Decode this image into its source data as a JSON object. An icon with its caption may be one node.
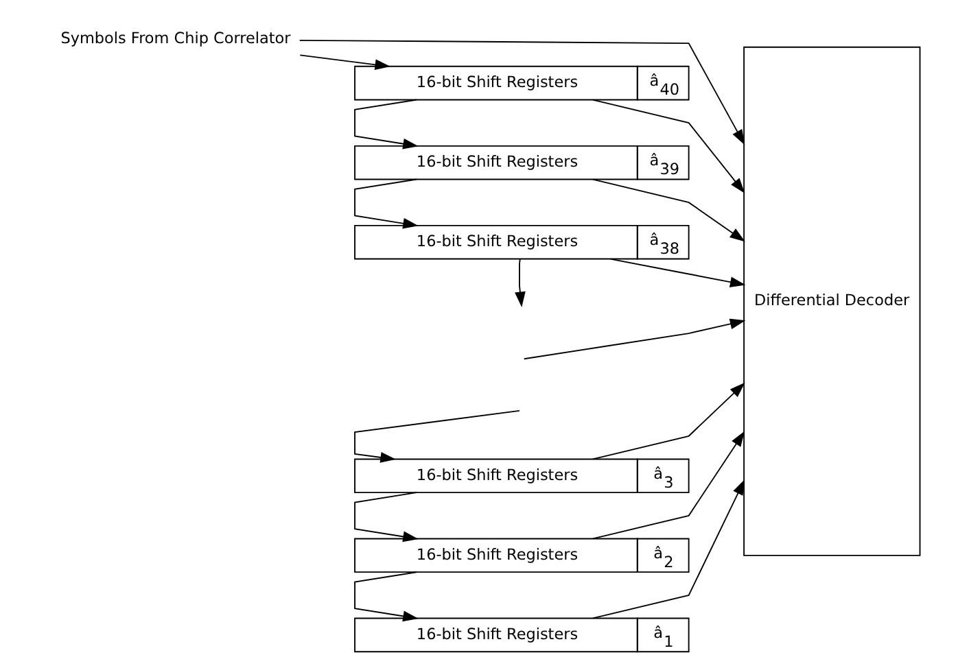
{
  "diagram": {
    "nodes": [
      {
        "text": [
          "Symbols From Chip Correlator"
        ]
      },
      {
        "text": [
          "Differential Decoder"
        ]
      },
      {
        "text": [
          "16-bit Shift Registers",
          "â$_{40}$"
        ]
      },
      {
        "text": [
          "16-bit Shift Registers",
          "â$_{39}$"
        ]
      },
      {
        "text": [
          "16-bit Shift Registers",
          "â$_{38}$"
        ]
      },
      {
        "text": [
          "16-bit Shift Registers",
          "â$_{3}$"
        ]
      },
      {
        "text": [
          "16-bit Shift Registers",
          "â$_{2}$"
        ]
      },
      {
        "text": [
          "16-bit Shift Registers",
          "â$_{1}$"
        ]
      }
    ],
    "edges": [
      {
        "from": 0,
        "to": 1,
        "arrow": "to"
      },
      {
        "from": 0,
        "to": 2,
        "arrow": "to"
      },
      {
        "from": 2,
        "to": 1,
        "arrow": "to"
      },
      {
        "from": 2,
        "to": 3,
        "arrow": "to"
      },
      {
        "from": 3,
        "to": 1,
        "arrow": "to"
      },
      {
        "from": 3,
        "to": 4,
        "arrow": "to"
      },
      {
        "from": 4,
        "to": 1,
        "arrow": "to"
      },
      {
        "from": 4,
        "to": null,
        "arrow": "to"
      },
      {
        "from": null,
        "to": 1,
        "arrow": "to"
      },
      {
        "from": null,
        "to": 5,
        "arrow": "to"
      },
      {
        "from": 5,
        "to": 1,
        "arrow": "to"
      },
      {
        "from": 5,
        "to": 6,
        "arrow": "to"
      },
      {
        "from": 6,
        "to": 1,
        "arrow": "to"
      },
      {
        "from": 6,
        "to": 7,
        "arrow": "to"
      },
      {
        "from": 7,
        "to": 1,
        "arrow": "to"
      }
    ]
  }
}
